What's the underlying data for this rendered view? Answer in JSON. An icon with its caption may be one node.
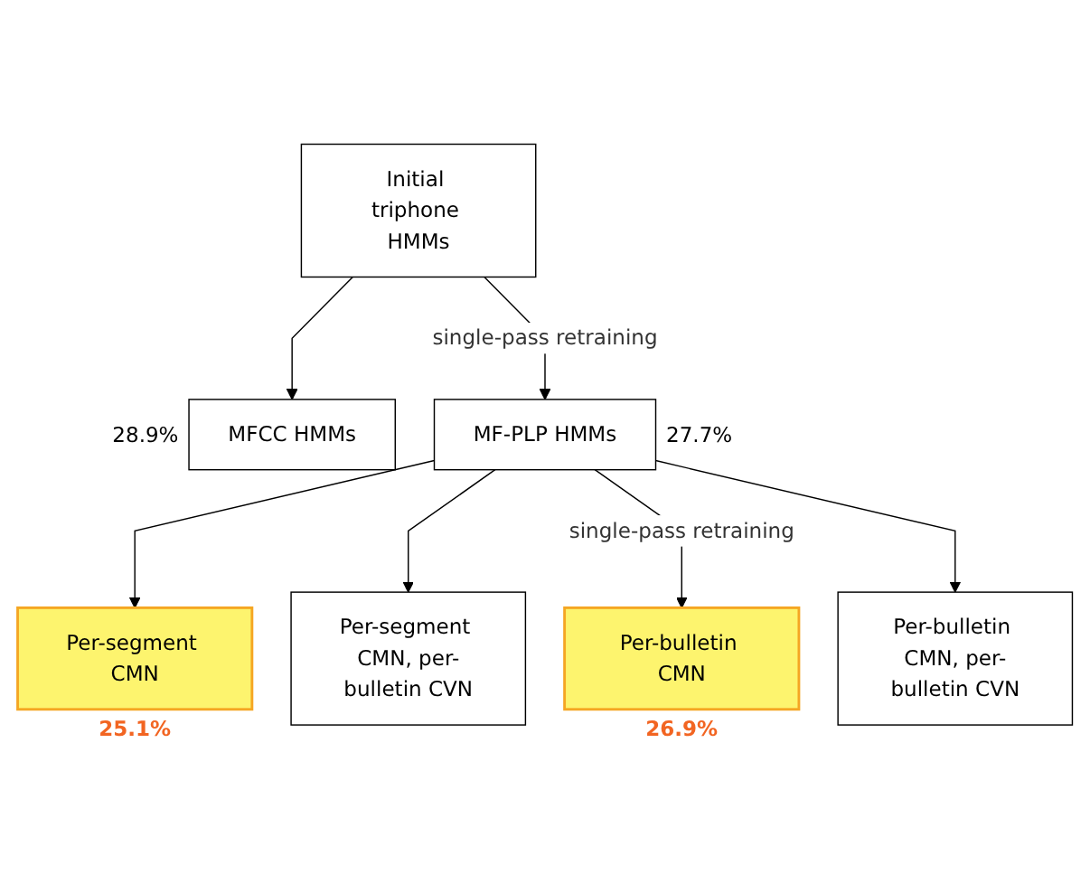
{
  "diagram": {
    "nodes": [
      {
        "text": [
          "Initial triphone HMMs"
        ]
      },
      {
        "text": [
          "MFCC HMMs"
        ],
        "beside": [
          "28.9%"
        ]
      },
      {
        "text": [
          "MF-PLP HMMs"
        ],
        "beside": [
          "27.7%"
        ]
      },
      {
        "text": [
          "Per-segment CMN"
        ],
        "beside": [
          "25.1%"
        ]
      },
      {
        "text": [
          "Per-segment CMN, per-bulletin CVN"
        ]
      },
      {
        "text": [
          "Per-bulletin CMN"
        ],
        "beside": [
          "26.9%"
        ]
      },
      {
        "text": [
          "Per-bulletin CMN, per-bulletin CVN"
        ]
      }
    ],
    "edges": [
      {
        "from": 0,
        "to": 1,
        "arrow": "to"
      },
      {
        "from": 0,
        "to": 2,
        "arrow": "to",
        "label": "single-pass retraining"
      },
      {
        "from": 2,
        "to": 3,
        "arrow": "to"
      },
      {
        "from": 2,
        "to": 4,
        "arrow": "to"
      },
      {
        "from": 2,
        "to": 5,
        "arrow": "to",
        "label": "single-pass retraining"
      },
      {
        "from": 2,
        "to": 6,
        "arrow": "to"
      }
    ]
  }
}
